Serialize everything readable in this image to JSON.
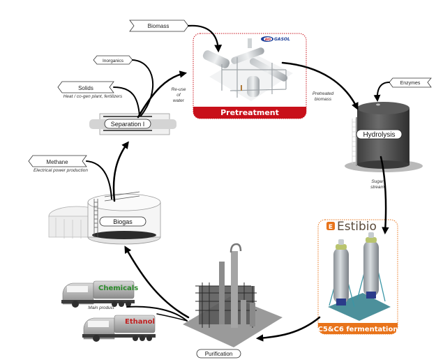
{
  "diagram": {
    "inputs": {
      "biomass": "Biomass",
      "enzymes": "Enzymes"
    },
    "outputs": {
      "inorganics": "Inorganics",
      "solids": "Solids",
      "solids_note": "Heat / co-gen plant, fertilizers",
      "methane": "Methane",
      "methane_note": "Electrical power production"
    },
    "stages": {
      "pretreatment": "Pretreatment",
      "hydrolysis": "Hydrolysis",
      "fermentation": "C5&C6 fermentation",
      "purification": "Purification",
      "biogas": "Biogas",
      "separation": "Separation I"
    },
    "flow_labels": {
      "reuse_1": "Re-use",
      "reuse_2": "of",
      "reuse_3": "water",
      "pretreated_1": "Pretreated",
      "pretreated_2": "biomass",
      "sugar_1": "Sugar",
      "sugar_2": "stream",
      "main_product": "Main product"
    },
    "products": {
      "chemicals": "Chemicals",
      "ethanol": "Ethanol"
    },
    "brands": {
      "biogasol_bio": "BIO",
      "biogasol_gasol": "GASOL",
      "estibio": "Estibio",
      "estibio_mark": "E"
    },
    "colors": {
      "pretreatment_red": "#c8101a",
      "estibio_orange": "#e8731a",
      "arrow": "#000000"
    }
  }
}
